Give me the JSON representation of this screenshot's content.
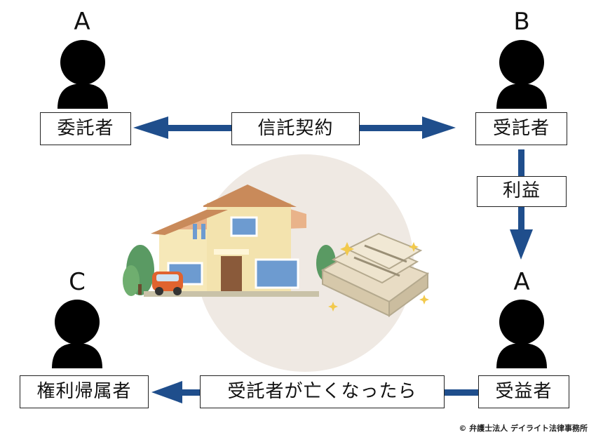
{
  "parties": {
    "top_left": {
      "letter": "A",
      "role": "委託者"
    },
    "top_right": {
      "letter": "B",
      "role": "受託者"
    },
    "bottom_right": {
      "letter": "A",
      "role": "受益者"
    },
    "bottom_left": {
      "letter": "C",
      "role": "権利帰属者"
    }
  },
  "relations": {
    "contract": "信託契約",
    "benefit": "利益",
    "condition": "受託者が亡くなったら"
  },
  "copyright": "© 弁護士法人 デイライト法律事務所",
  "colors": {
    "arrow": "#1f4e8c",
    "circle": "#efe9e3",
    "silhouette": "#000000"
  }
}
